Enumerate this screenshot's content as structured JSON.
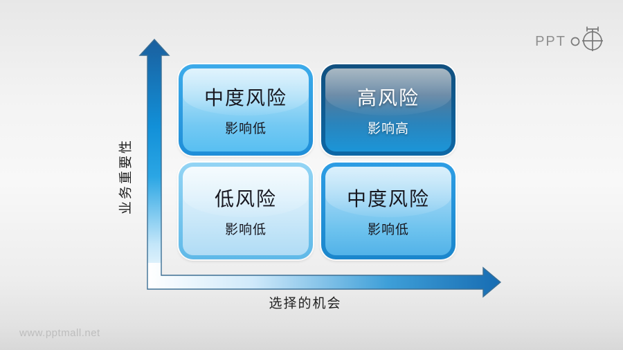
{
  "slide": {
    "watermark": "www.pptmall.net",
    "logo": {
      "text": "PPT"
    }
  },
  "axes": {
    "y_label": "业务重要性",
    "x_label": "选择的机会"
  },
  "matrix": {
    "quadrants": [
      {
        "id": "top-left",
        "title": "中度风险",
        "subtitle": "影响低",
        "risk_level": "medium",
        "theme": "medium-blue"
      },
      {
        "id": "top-right",
        "title": "高风险",
        "subtitle": "影响高",
        "risk_level": "high",
        "theme": "dark-blue"
      },
      {
        "id": "bottom-left",
        "title": "低风险",
        "subtitle": "影响低",
        "risk_level": "low",
        "theme": "light-blue"
      },
      {
        "id": "bottom-right",
        "title": "中度风险",
        "subtitle": "影响低",
        "risk_level": "medium",
        "theme": "medium-blue"
      }
    ]
  },
  "colors": {
    "arrow_outline": "#3c6f94",
    "arrow_blue_dark": "#1a5f9e",
    "arrow_blue_bright": "#2ba6e4",
    "arrow_corner": "#ffffff",
    "dark_box_border": "#11507f",
    "medium_box_border": "#2d9de4",
    "light_box_border": "#93d4f4",
    "title_text": "#17171f",
    "dark_box_text": "#ffffff"
  }
}
